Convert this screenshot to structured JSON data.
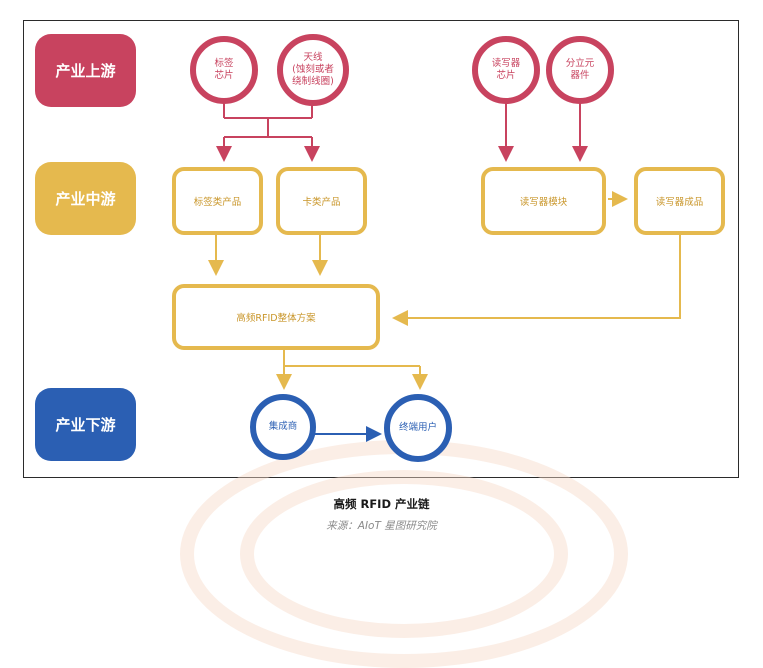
{
  "stages": {
    "upstream": "产业上游",
    "midstream": "产业中游",
    "downstream": "产业下游"
  },
  "nodes": {
    "tag_chip": [
      "标签",
      "芯片"
    ],
    "antenna": [
      "天线",
      "(蚀刻或者",
      "绕制线圈)"
    ],
    "reader_chip": [
      "读写器",
      "芯片"
    ],
    "discrete": [
      "分立元",
      "器件"
    ],
    "tag_product": "标签类产品",
    "card_product": "卡类产品",
    "reader_module": "读写器模块",
    "reader_product": "读写器成品",
    "hf_solution": "高频RFID整体方案",
    "integrator": "集成商",
    "end_user": "终端用户"
  },
  "caption": "高频 RFID 产业链",
  "source": "来源：AIoT 星图研究院",
  "colors": {
    "upstream": "#c8435f",
    "midstream": "#e5b94e",
    "downstream": "#2b5fb3"
  }
}
